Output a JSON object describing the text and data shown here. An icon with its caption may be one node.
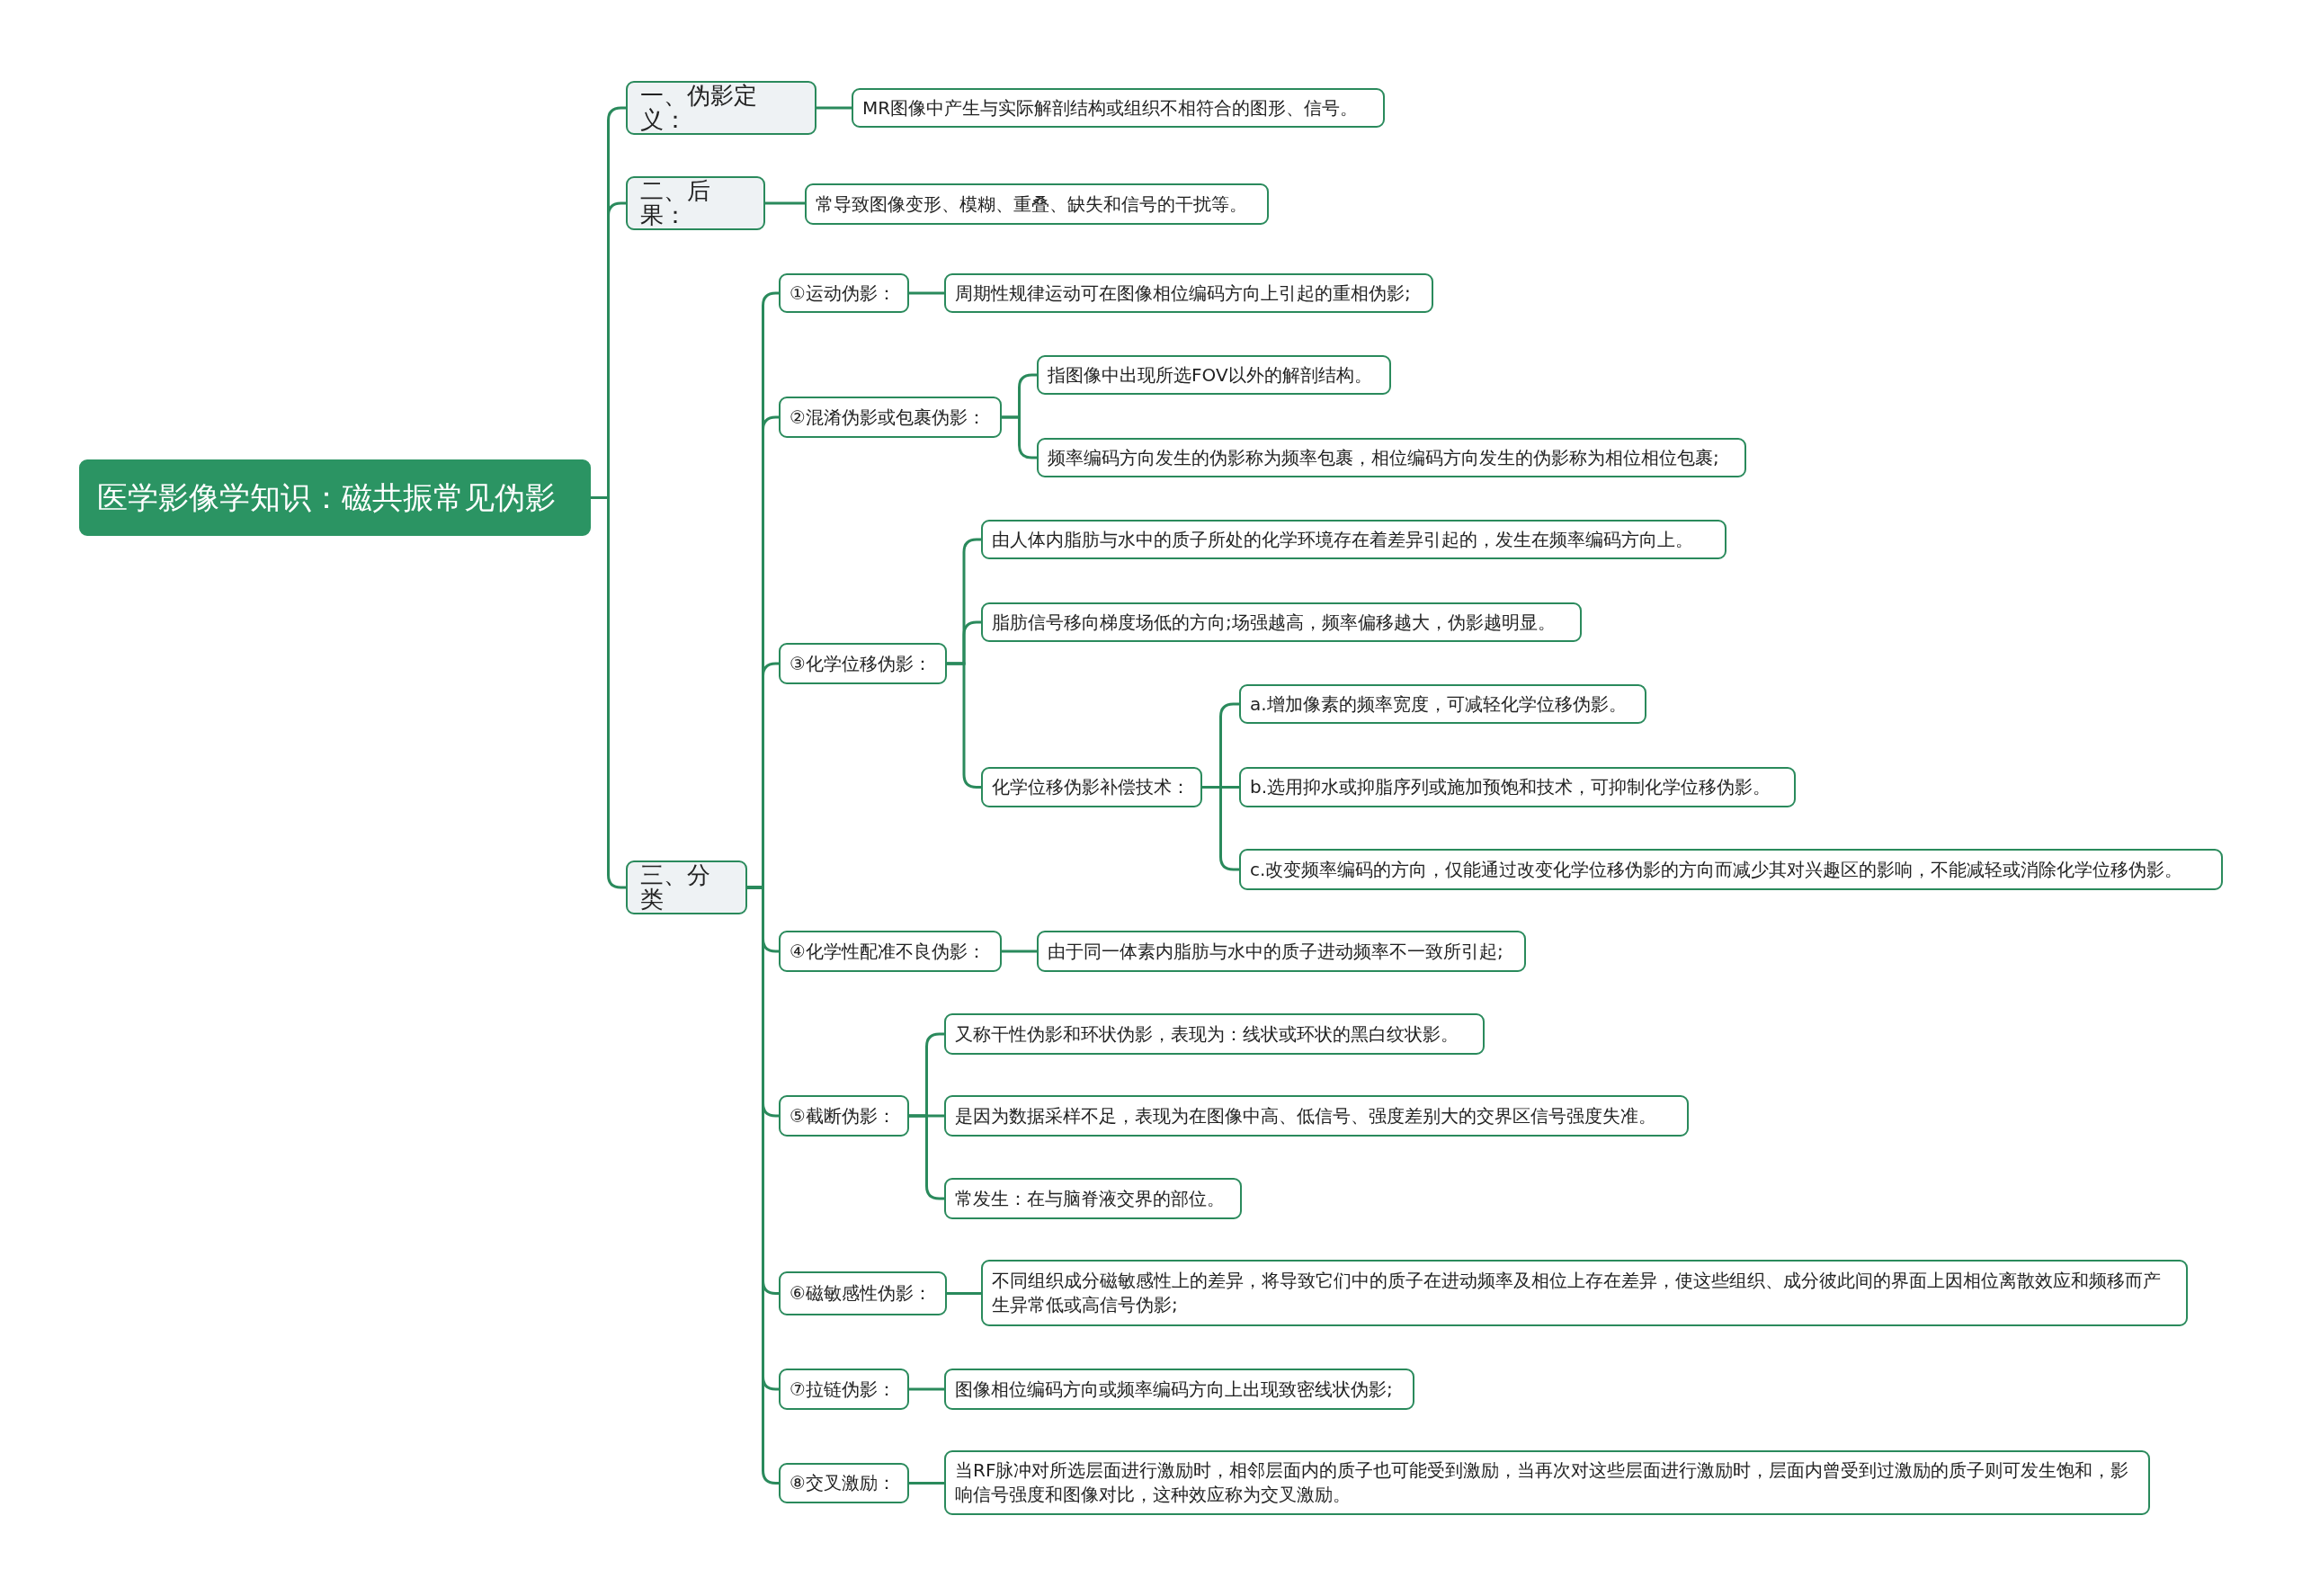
{
  "diagram": {
    "nodes": [
      {
        "text": [
          "医学影像学知识：磁共振常见伪影"
        ]
      },
      {
        "text": [
          "一、伪影定义："
        ]
      },
      {
        "text": [
          "MR图像中产生与实际解剖结构或组织不相符合的图形、信号。"
        ]
      },
      {
        "text": [
          "二、后果："
        ]
      },
      {
        "text": [
          "常导致图像变形、模糊、重叠、缺失和信号的干扰等。"
        ]
      },
      {
        "text": [
          "三、分类"
        ]
      },
      {
        "text": [
          "①运动伪影："
        ]
      },
      {
        "text": [
          "周期性规律运动可在图像相位编码方向上引起的重相伪影;"
        ]
      },
      {
        "text": [
          "②混淆伪影或包裹伪影："
        ]
      },
      {
        "text": [
          "指图像中出现所选FOV以外的解剖结构。"
        ]
      },
      {
        "text": [
          "频率编码方向发生的伪影称为频率包裹，相位编码方向发生的伪影称为相位相位包裹;"
        ]
      },
      {
        "text": [
          "③化学位移伪影："
        ]
      },
      {
        "text": [
          "由人体内脂肪与水中的质子所处的化学环境存在着差异引起的，发生在频率编码方向上。"
        ]
      },
      {
        "text": [
          "脂肪信号移向梯度场低的方向;场强越高，频率偏移越大，伪影越明显。"
        ]
      },
      {
        "text": [
          "化学位移伪影补偿技术："
        ]
      },
      {
        "text": [
          "a.增加像素的频率宽度，可减轻化学位移伪影。"
        ]
      },
      {
        "text": [
          "b.选用抑水或抑脂序列或施加预饱和技术，可抑制化学位移伪影。"
        ]
      },
      {
        "text": [
          "c.改变频率编码的方向，仅能通过改变化学位移伪影的方向而减少其对兴趣区的影响，不能减轻或消除化学位移伪影。"
        ]
      },
      {
        "text": [
          "④化学性配准不良伪影："
        ]
      },
      {
        "text": [
          "由于同一体素内脂肪与水中的质子进动频率不一致所引起;"
        ]
      },
      {
        "text": [
          "⑤截断伪影："
        ]
      },
      {
        "text": [
          "又称干性伪影和环状伪影，表现为：线状或环状的黑白纹状影。"
        ]
      },
      {
        "text": [
          "是因为数据采样不足，表现为在图像中高、低信号、强度差别大的交界区信号强度失准。"
        ]
      },
      {
        "text": [
          "常发生：在与脑脊液交界的部位。"
        ]
      },
      {
        "text": [
          "⑥磁敏感性伪影："
        ]
      },
      {
        "text": [
          "不同组织成分磁敏感性上的差异，将导致它们中的质子在进动频率及相位上存在差异，使这些组织、成分彼此间的界面上因相位离散效应和频移而产生异常低或高信号伪影;"
        ]
      },
      {
        "text": [
          "⑦拉链伪影："
        ]
      },
      {
        "text": [
          "图像相位编码方向或频率编码方向上出现致密线状伪影;"
        ]
      },
      {
        "text": [
          "⑧交叉激励："
        ]
      },
      {
        "text": [
          "当RF脉冲对所选层面进行激励时，相邻层面内的质子也可能受到激励，当再次对这些层面进行激励时，层面内曾受到过激励的质子则可发生饱和，影响信号强度和图像对比，这种效应称为交叉激励。"
        ]
      }
    ],
    "edges": [
      {
        "from": 0,
        "to": 1,
        "arrow": "none"
      },
      {
        "from": 1,
        "to": 2,
        "arrow": "none"
      },
      {
        "from": 0,
        "to": 3,
        "arrow": "none"
      },
      {
        "from": 3,
        "to": 4,
        "arrow": "none"
      },
      {
        "from": 0,
        "to": 5,
        "arrow": "none"
      },
      {
        "from": 5,
        "to": 6,
        "arrow": "none"
      },
      {
        "from": 6,
        "to": 7,
        "arrow": "none"
      },
      {
        "from": 5,
        "to": 8,
        "arrow": "none"
      },
      {
        "from": 8,
        "to": 9,
        "arrow": "none"
      },
      {
        "from": 8,
        "to": 10,
        "arrow": "none"
      },
      {
        "from": 5,
        "to": 11,
        "arrow": "none"
      },
      {
        "from": 11,
        "to": 12,
        "arrow": "none"
      },
      {
        "from": 11,
        "to": 13,
        "arrow": "none"
      },
      {
        "from": 11,
        "to": 14,
        "arrow": "none"
      },
      {
        "from": 14,
        "to": 15,
        "arrow": "none"
      },
      {
        "from": 14,
        "to": 16,
        "arrow": "none"
      },
      {
        "from": 14,
        "to": 17,
        "arrow": "none"
      },
      {
        "from": 5,
        "to": 18,
        "arrow": "none"
      },
      {
        "from": 18,
        "to": 19,
        "arrow": "none"
      },
      {
        "from": 5,
        "to": 20,
        "arrow": "none"
      },
      {
        "from": 20,
        "to": 21,
        "arrow": "none"
      },
      {
        "from": 20,
        "to": 22,
        "arrow": "none"
      },
      {
        "from": 20,
        "to": 23,
        "arrow": "none"
      },
      {
        "from": 5,
        "to": 24,
        "arrow": "none"
      },
      {
        "from": 24,
        "to": 25,
        "arrow": "none"
      },
      {
        "from": 5,
        "to": 26,
        "arrow": "none"
      },
      {
        "from": 26,
        "to": 27,
        "arrow": "none"
      },
      {
        "from": 5,
        "to": 28,
        "arrow": "none"
      },
      {
        "from": 28,
        "to": 29,
        "arrow": "none"
      }
    ]
  }
}
